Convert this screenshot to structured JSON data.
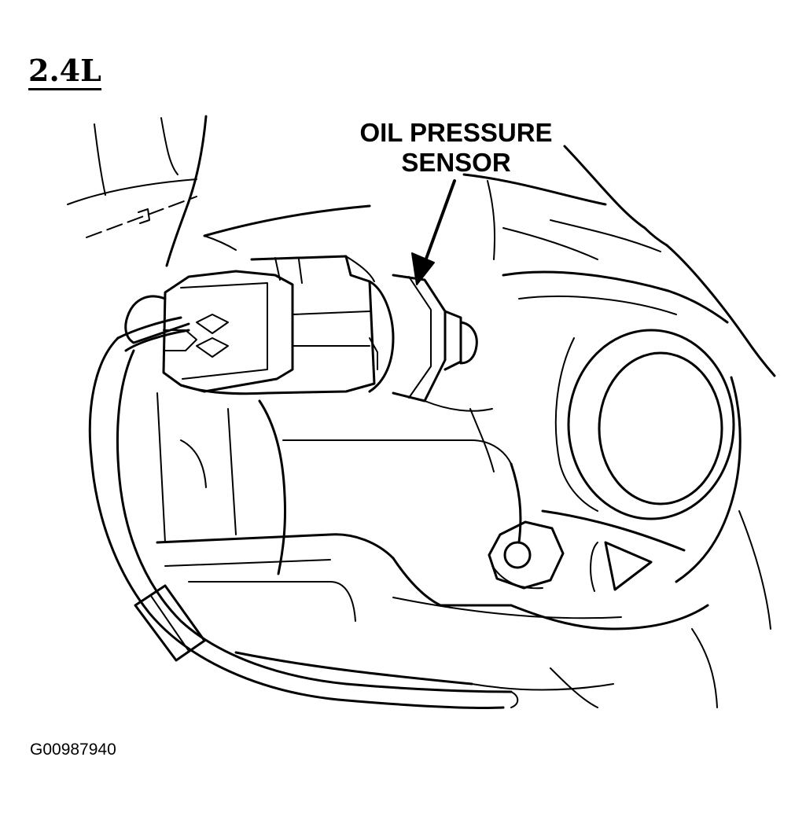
{
  "figure": {
    "engine_label": "2.4L",
    "callout": {
      "line1": "OIL PRESSURE",
      "line2": "SENSOR"
    },
    "figure_id": "G00987940"
  },
  "colors": {
    "ink": "#000000",
    "paper": "#ffffff"
  }
}
